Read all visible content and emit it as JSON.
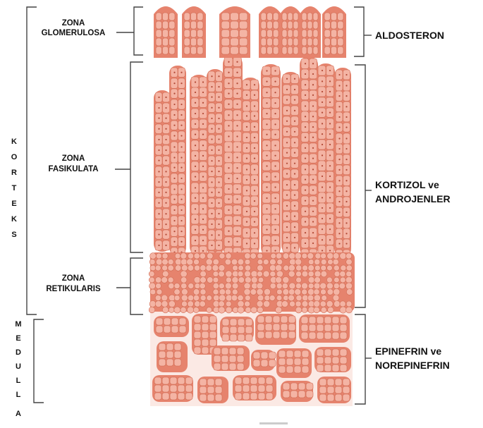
{
  "labels": {
    "zona_glomerulosa": [
      "ZONA",
      "GLOMERULOSA"
    ],
    "zona_fasikulata": [
      "ZONA",
      "FASIKULATA"
    ],
    "zona_retikularis": [
      "ZONA",
      "RETIKULARIS"
    ],
    "korteks": [
      "K",
      "O",
      "R",
      "T",
      "E",
      "K",
      "S"
    ],
    "medulla": [
      "M",
      "E",
      "D",
      "U",
      "L",
      "L",
      "A"
    ],
    "aldosteron": [
      "ALDOSTERON"
    ],
    "kortizol": [
      "KORTIZOL ve",
      "ANDROJENLER"
    ],
    "epinefrin": [
      "EPINEFRIN ve",
      "NOREPINEFRIN"
    ]
  },
  "colors": {
    "cell_fill": "#f4b4a4",
    "cell_stroke": "#cf6a52",
    "tissue_fill": "#e6836d",
    "nucleus": "#b24a36",
    "bracket": "#444444",
    "text": "#111111"
  }
}
